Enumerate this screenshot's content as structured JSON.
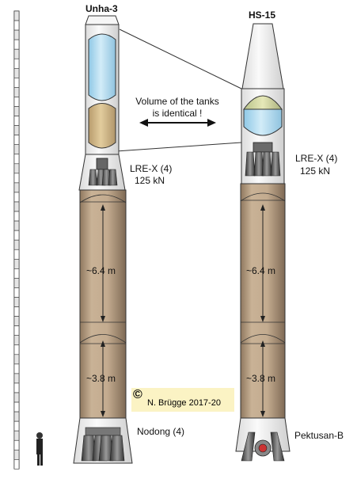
{
  "rockets": {
    "left_name": "Unha-3",
    "right_name": "HS-15"
  },
  "annotations": {
    "volume_line1": "Volume of the tanks",
    "volume_line2": "is identical !",
    "engine_left_line1": "LRE-X (4)",
    "engine_left_line2": "125 kN",
    "engine_right_line1": "LRE-X (4)",
    "engine_right_line2": "125 kN",
    "stage1_left_length": "~6.4 m",
    "stage1_right_length": "~6.4 m",
    "stage0_left_length": "~3.8 m",
    "stage0_right_length": "~3.8 m",
    "first_stage_left_engine": "Nodong (4)",
    "first_stage_right_engine": "Pektusan-B"
  },
  "credit": {
    "symbol": "©",
    "text": "N. Brügge 2017-20"
  },
  "colors": {
    "blue_tank": "#bfe2f4",
    "tan_tank": "#d7bf91",
    "body": "#c3ab8f",
    "body_dark": "#8f785f",
    "hull": "#f2f2f2",
    "engine": "#555555",
    "copyright_bg": "#fbf3c4"
  }
}
